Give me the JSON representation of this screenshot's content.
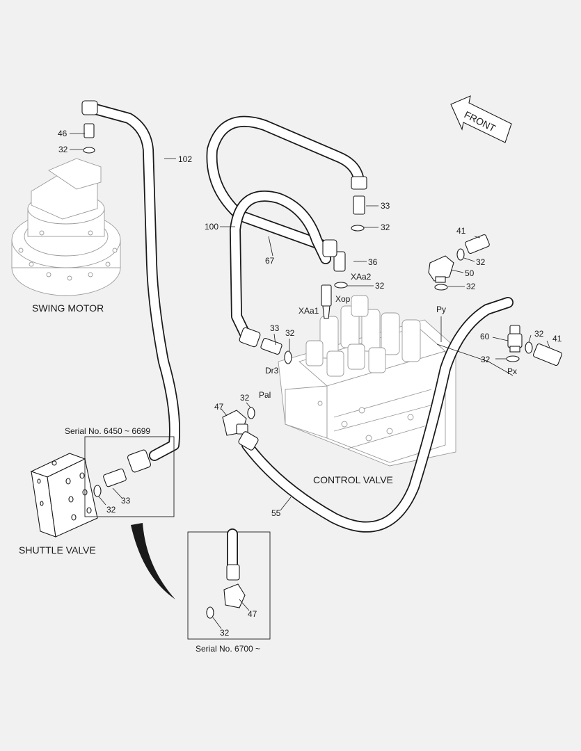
{
  "components": {
    "swing_motor": "SWING MOTOR",
    "control_valve": "CONTROL VALVE",
    "shuttle_valve": "SHUTTLE VALVE",
    "front": "FRONT"
  },
  "serials": {
    "range": "Serial No. 6450 ~ 6699",
    "from": "Serial No. 6700 ~"
  },
  "ports": {
    "xaa2": "XAa2",
    "xop": "Xop",
    "xaa1": "XAa1",
    "dr3": "Dr3",
    "pal": "Pal",
    "py": "Py",
    "px": "Px"
  },
  "parts": {
    "p102": "102",
    "p46": "46",
    "p32_motor": "32",
    "p100": "100",
    "p67": "67",
    "p33_top": "33",
    "p32_top": "32",
    "p36": "36",
    "p32_xaa2": "32",
    "p41_top": "41",
    "p32_41top": "32",
    "p50": "50",
    "p32_50": "32",
    "p33_dr3": "33",
    "p32_dr3": "32",
    "p60": "60",
    "p32_60": "32",
    "p41_right": "41",
    "p32_px": "32",
    "p47": "47",
    "p32_pal": "32",
    "p33_shuttle": "33",
    "p32_shuttle": "32",
    "p55": "55",
    "p47_inset": "47",
    "p32_inset": "32"
  }
}
